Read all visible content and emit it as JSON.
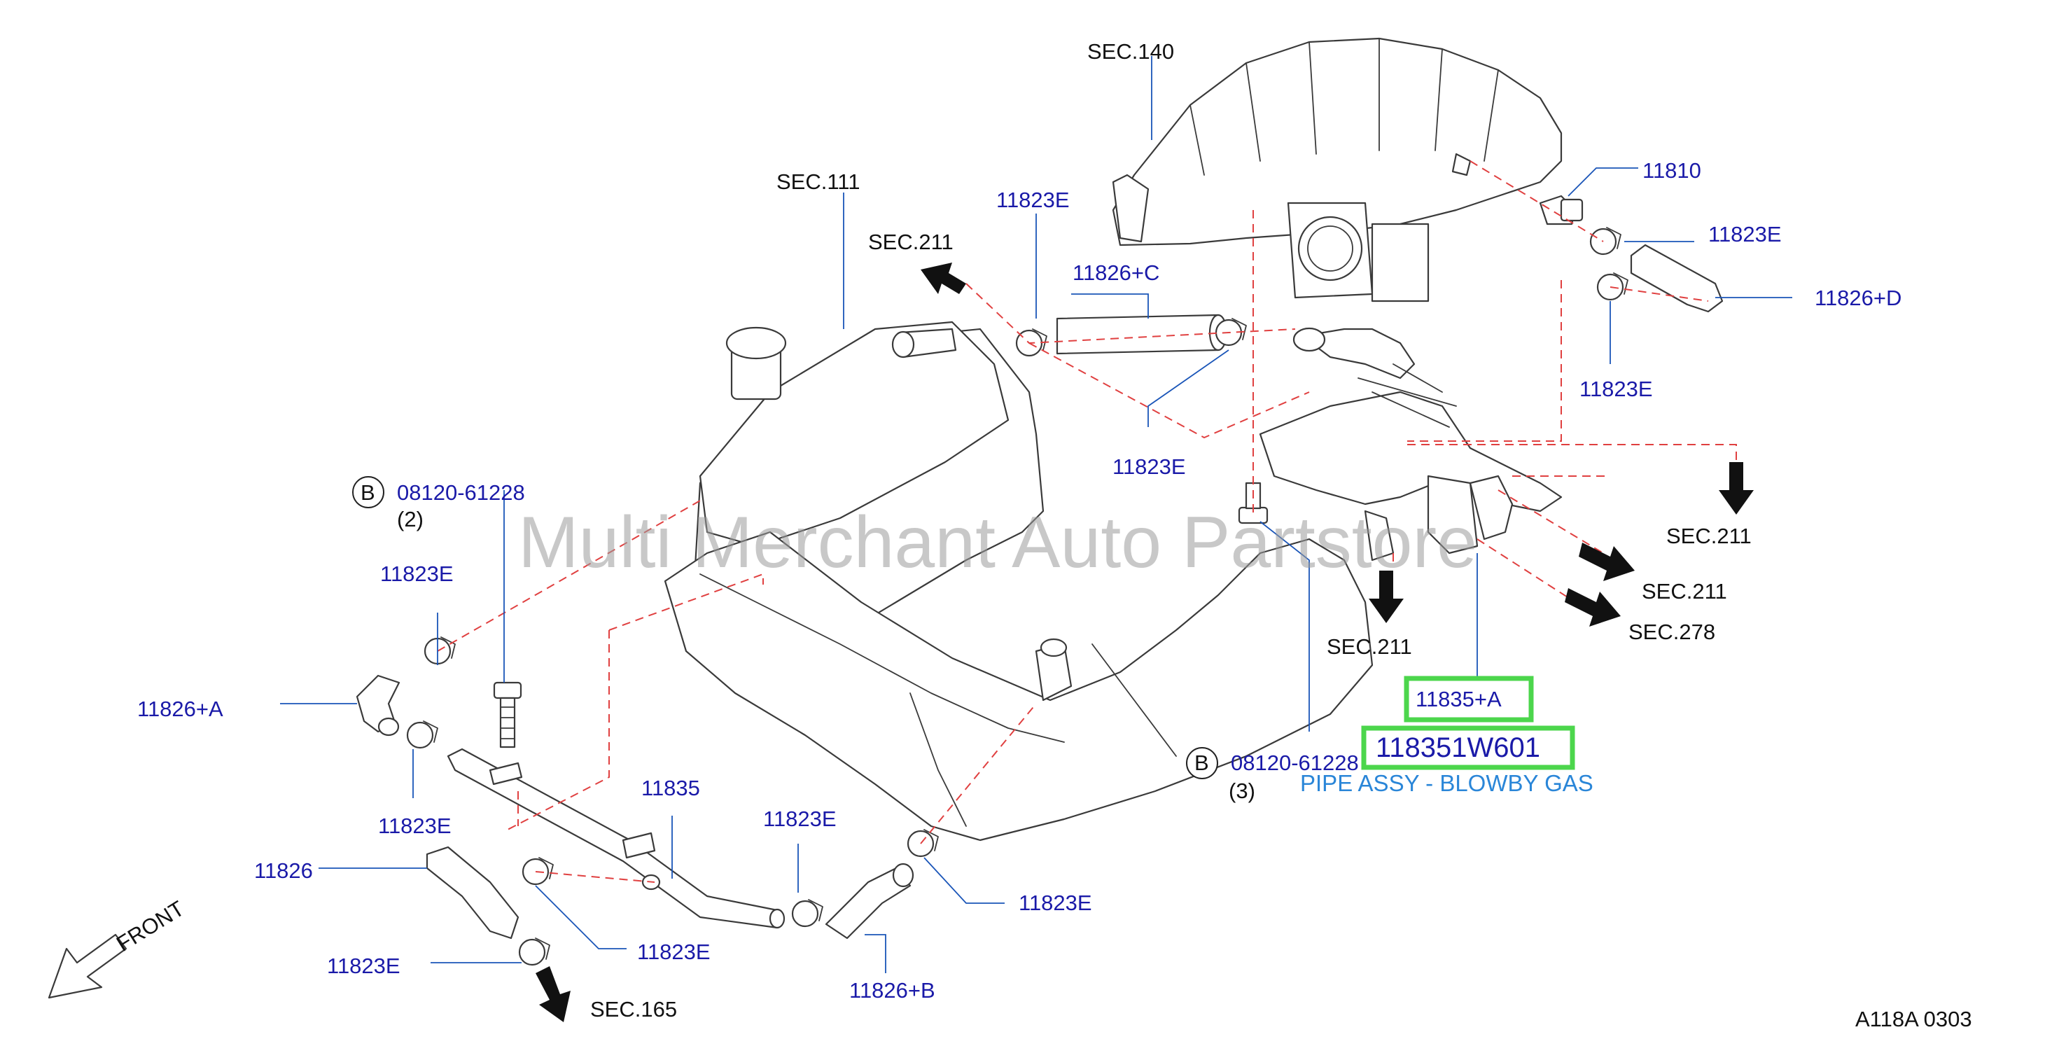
{
  "labels": {
    "sec140": "SEC.140",
    "sec111": "SEC.111",
    "sec211_top": "SEC.211",
    "p11823e_top": "11823E",
    "p11826c": "11826+C",
    "p11810": "11810",
    "p11823e_right1": "11823E",
    "p11826d": "11826+D",
    "p11823e_right2": "11823E",
    "p11823e_mid": "11823E",
    "sec211_right": "SEC.211",
    "sec211_right2": "SEC.211",
    "sec278": "SEC.278",
    "sec211_center": "SEC.211",
    "p11835a": "11835+A",
    "p118351w601": "118351W601",
    "pipe_desc": "PIPE ASSY - BLOWBY GAS",
    "bolt_b_right": "B",
    "bolt_num_right": "08120-61228",
    "bolt_qty_right": "(3)",
    "bolt_b_left": "B",
    "bolt_num_left": "08120-61228",
    "bolt_qty_left": "(2)",
    "p11823e_left1": "11823E",
    "p11826a": "11826+A",
    "p11823e_left2": "11823E",
    "p11835": "11835",
    "p11823e_lowmid": "11823E",
    "p11823e_lowright": "11823E",
    "p11826": "11826",
    "p11823e_low1": "11823E",
    "p11823e_low2": "11823E",
    "p11826b": "11826+B",
    "sec165": "SEC.165",
    "front": "FRONT",
    "diagram_code": "A118A   0303"
  },
  "watermark": "Multi Merchant Auto Partstore",
  "colors": {
    "part_number": "#1a1aa8",
    "section_ref": "#111111",
    "description": "#2a86d8",
    "highlight": "#4cd64c",
    "dashed_line": "#e04040",
    "leader_line": "#1a55b8"
  }
}
